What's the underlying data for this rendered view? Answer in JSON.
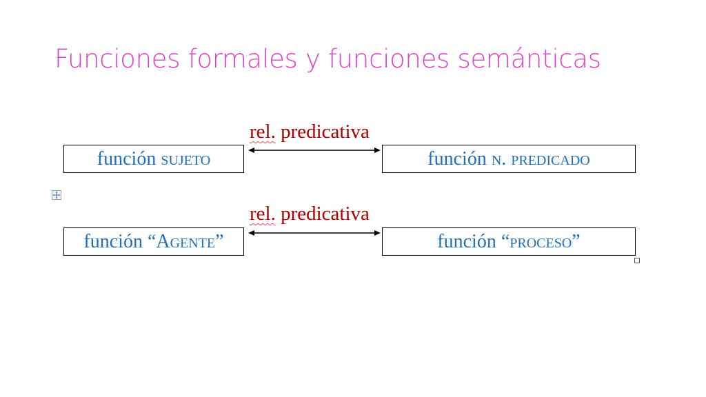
{
  "slide": {
    "title": "Funciones formales y funciones semánticas"
  },
  "diagram": {
    "rows": [
      {
        "relation_word": "rel.",
        "relation_rest": "predicativa",
        "left_prefix": "función ",
        "left_term": "sujeto",
        "right_prefix": "función ",
        "right_term": "n. predicado"
      },
      {
        "relation_word": "rel.",
        "relation_rest": "predicativa",
        "left_prefix": "función “",
        "left_term": "Agente",
        "left_suffix": "”",
        "right_prefix": "función “",
        "right_term": "proceso",
        "right_suffix": "”"
      }
    ]
  },
  "colors": {
    "title": "#e040c8",
    "relation": "#b00000",
    "box_text": "#1f6fb8"
  }
}
